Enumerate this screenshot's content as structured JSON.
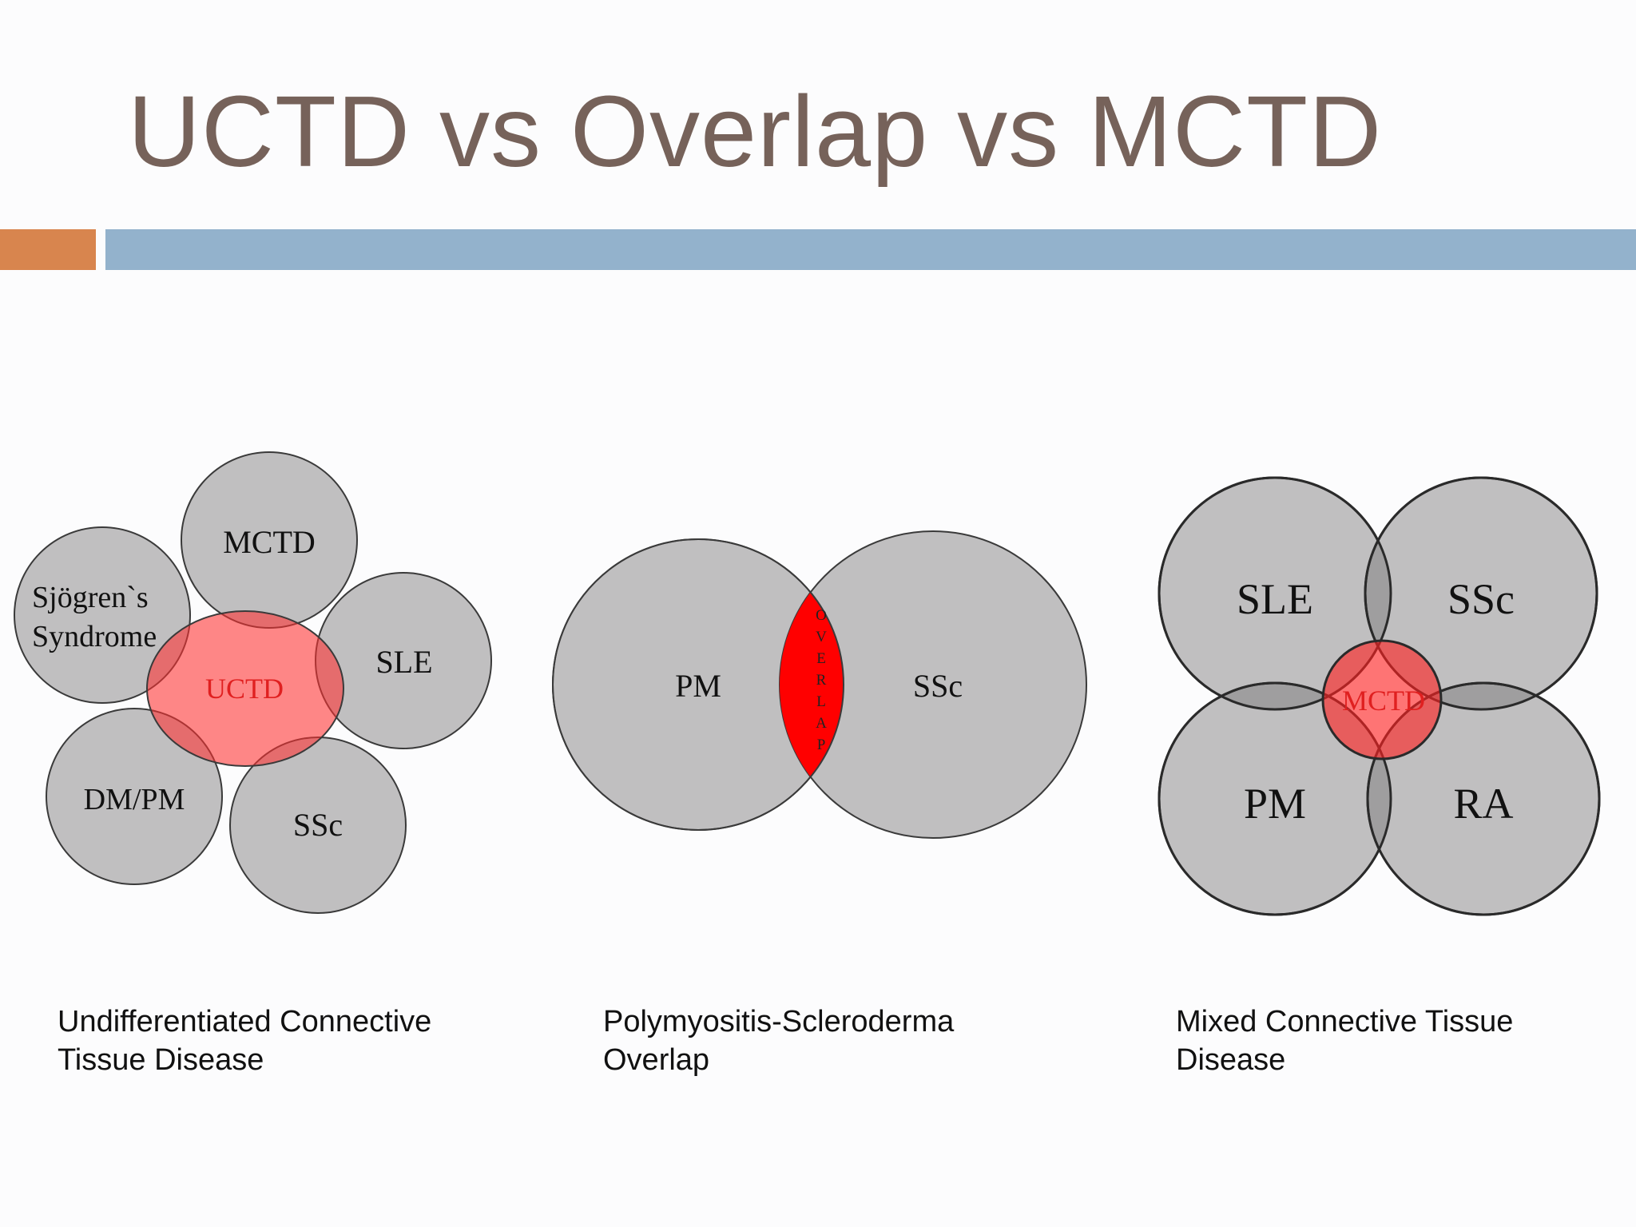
{
  "title": "UCTD vs Overlap vs MCTD",
  "colors": {
    "title": "#76625a",
    "accent_orange": "#d8854e",
    "accent_blue": "#93b2cc",
    "circle_fill": "#c0bfc0",
    "circle_stroke": "#3a3a3a",
    "highlight": "#ff0000"
  },
  "diagram_uctd": {
    "circles": [
      "MCTD",
      "Sjögren`s",
      "Syndrome",
      "SLE",
      "DM/PM",
      "SSc"
    ],
    "center": "UCTD"
  },
  "diagram_overlap": {
    "left": "PM",
    "right": "SSc",
    "center_letters": [
      "O",
      "V",
      "E",
      "R",
      "L",
      "A",
      "P"
    ]
  },
  "diagram_mctd": {
    "top_left": "SLE",
    "top_right": "SSc",
    "bottom_left": "PM",
    "bottom_right": "RA",
    "center": "MCTD"
  },
  "captions": {
    "uctd": [
      "Undifferentiated Connective",
      "Tissue Disease"
    ],
    "overlap": [
      "Polymyositis-Scleroderma",
      "Overlap"
    ],
    "mctd": [
      "Mixed Connective Tissue",
      "Disease"
    ]
  }
}
